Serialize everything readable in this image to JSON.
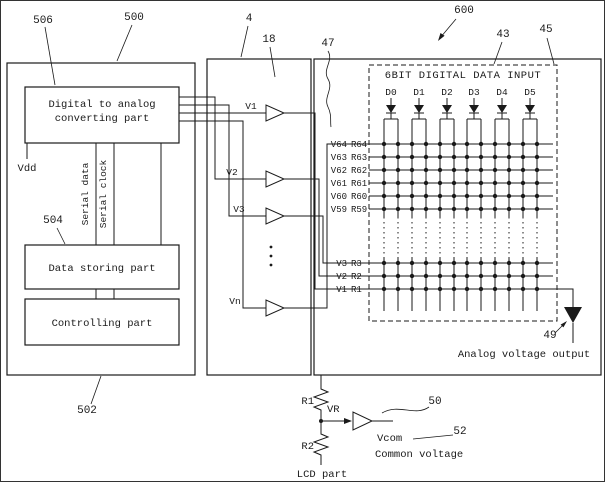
{
  "colors": {
    "ink": "#1a1a1a",
    "paper": "#ffffff"
  },
  "refs": {
    "n506": "506",
    "n500": "500",
    "n4": "4",
    "n18": "18",
    "n47": "47",
    "n600": "600",
    "n43": "43",
    "n45": "45",
    "n504": "504",
    "n502": "502",
    "n49": "49",
    "n50": "50",
    "n52": "52"
  },
  "left": {
    "dac_line1": "Digital to analog",
    "dac_line2": "converting part",
    "vdd": "Vdd",
    "serial_data": "Serial data",
    "serial_clock": "Serial clock",
    "data_storing": "Data storing part",
    "controlling": "Controlling part"
  },
  "buffers": {
    "b1": "V1",
    "b2": "V2",
    "b3": "V3",
    "bn": "Vn"
  },
  "ladder": {
    "title": "6BIT DIGITAL DATA INPUT",
    "inputs": [
      "D0",
      "D1",
      "D2",
      "D3",
      "D4",
      "D5"
    ],
    "top_rows": [
      {
        "v": "V64",
        "r": "R64"
      },
      {
        "v": "V63",
        "r": "R63"
      },
      {
        "v": "V62",
        "r": "R62"
      },
      {
        "v": "V61",
        "r": "R61"
      },
      {
        "v": "V60",
        "r": "R60"
      },
      {
        "v": "V59",
        "r": "R59"
      }
    ],
    "bottom_rows": [
      {
        "v": "V3",
        "r": "R3"
      },
      {
        "v": "V2",
        "r": "R2"
      },
      {
        "v": "V1",
        "r": "R1"
      }
    ],
    "output_label": "Analog voltage output"
  },
  "divider": {
    "r1": "R1",
    "vr": "VR",
    "r2": "R2",
    "vcom": "Vcom",
    "common_voltage": "Common voltage",
    "lcd": "LCD part"
  }
}
